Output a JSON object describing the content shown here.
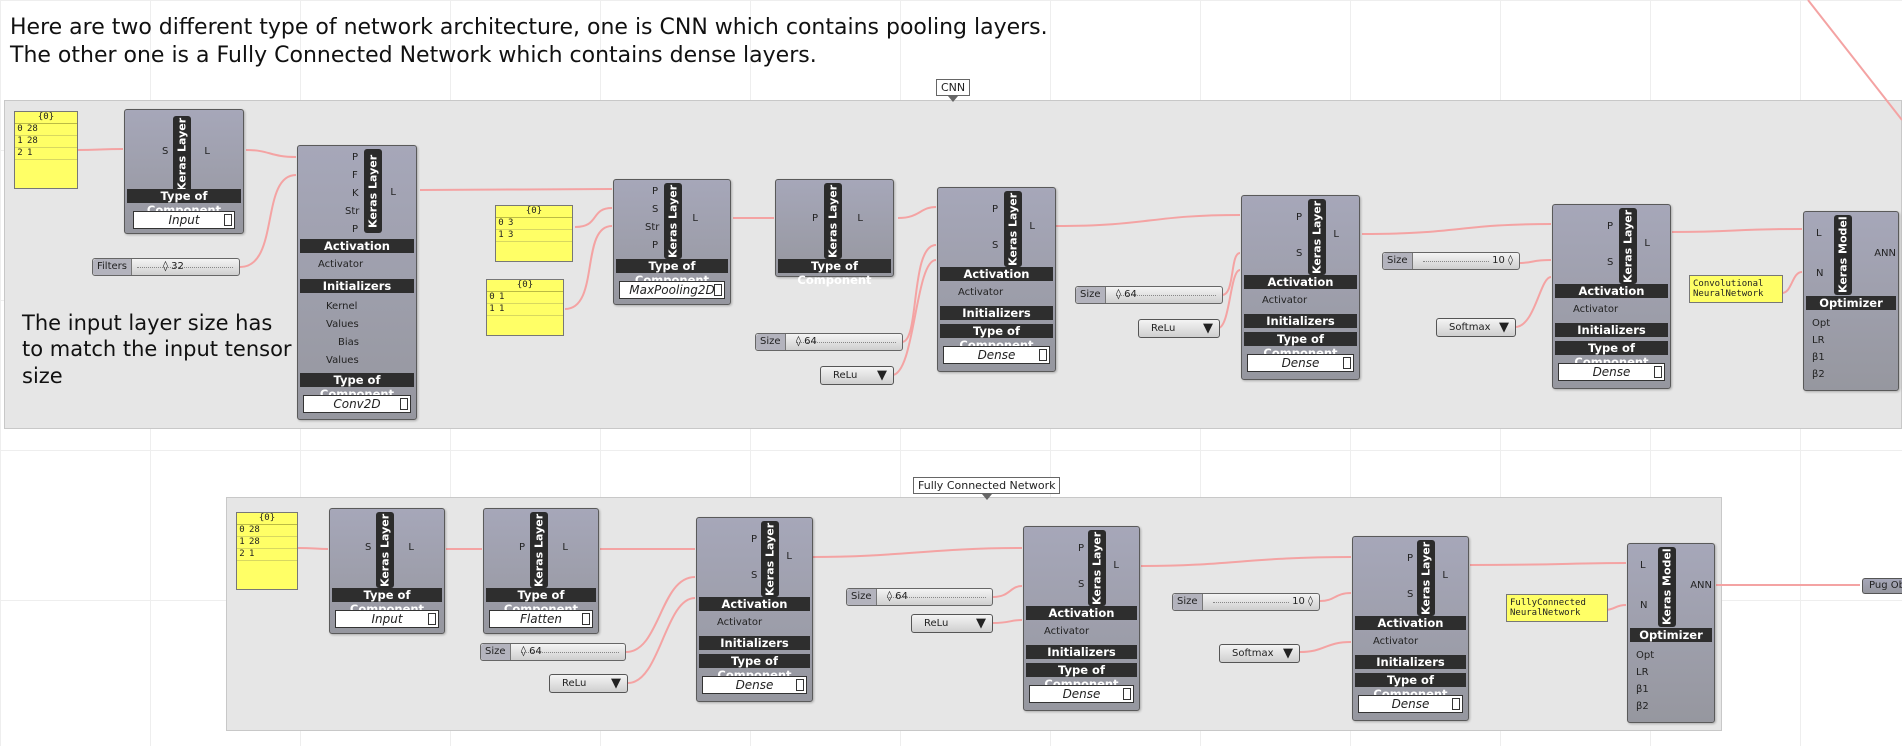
{
  "annotations": {
    "top_note_line1": "Here are two different type of network architecture, one is CNN which contains pooling layers.",
    "top_note_line2": "The other one is a Fully Connected Network which contains dense layers.",
    "side_note": "The input layer size has to match the input tensor size"
  },
  "groups": {
    "cnn": "CNN",
    "fc": "Fully Connected Network"
  },
  "common": {
    "keras_layer": "Keras Layer",
    "keras_model": "Keras Model",
    "type_of_component": "Type of Component",
    "activation": "Activation",
    "activator": "Activator",
    "initializers": "Initializers",
    "optimizer": "Optimizer"
  },
  "ports": {
    "S": "S",
    "L": "L",
    "P": "P",
    "F": "F",
    "K": "K",
    "Str": "Str",
    "N": "N",
    "ANN": "ANN",
    "Opt": "Opt",
    "LR": "LR",
    "B1": "β1",
    "B2": "β2",
    "Kernel": "Kernel",
    "Values": "Values",
    "Bias": "Bias"
  },
  "component_types": {
    "input": "Input",
    "conv2d": "Conv2D",
    "maxpool": "MaxPooling2D",
    "flatten": "Flatten",
    "dense": "Dense"
  },
  "panels": {
    "header": "{0}",
    "input_shape": [
      {
        "i": "0",
        "v": "28"
      },
      {
        "i": "1",
        "v": "28"
      },
      {
        "i": "2",
        "v": "1"
      }
    ],
    "kernel": [
      {
        "i": "0",
        "v": "3"
      },
      {
        "i": "1",
        "v": "3"
      }
    ],
    "stride": [
      {
        "i": "0",
        "v": "1"
      },
      {
        "i": "1",
        "v": "1"
      }
    ]
  },
  "sliders": {
    "filters_label": "Filters",
    "filters_value": "◊ 32",
    "size_label": "Size",
    "size64_value": "◊ 64",
    "size10_value": "10 ◊"
  },
  "dropdowns": {
    "relu": "ReLu",
    "softmax": "Softmax",
    "arrow": "▼"
  },
  "model_names": {
    "cnn_line1": "Convolutional",
    "cnn_line2": "NeuralNetwork",
    "fc_line1": "FullyConnected",
    "fc_line2": "NeuralNetwork"
  },
  "output": {
    "pug": "Pug Ob"
  },
  "colors": {
    "wire": "#f4a3a3",
    "component": "#a0a1b0",
    "panel": "#ffff66",
    "group": "#e6e6e6"
  }
}
